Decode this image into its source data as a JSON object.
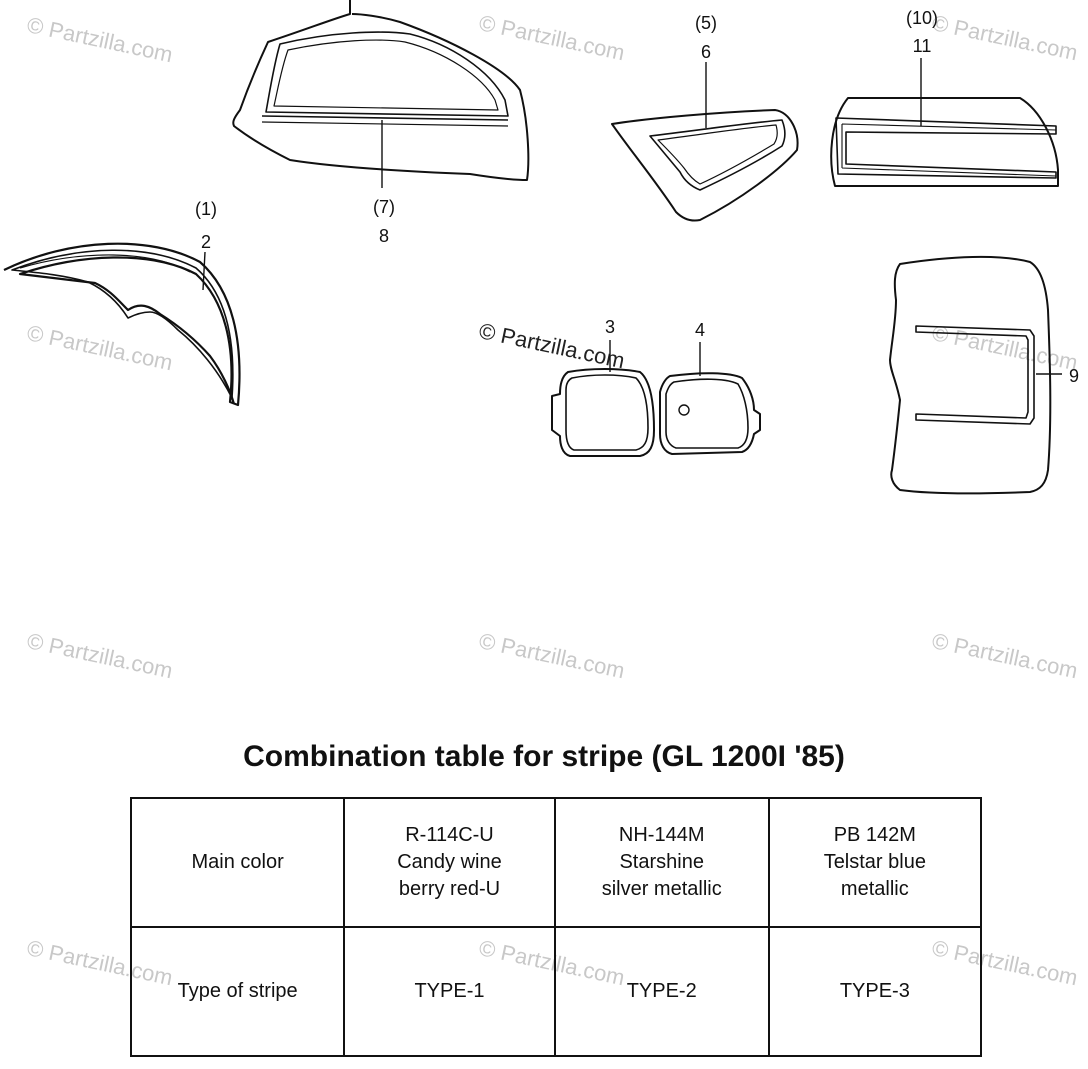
{
  "watermark": {
    "text": "© Partzilla.com",
    "center_text": "© Partzilla.com"
  },
  "callouts": {
    "p1": "(1)",
    "p2": "2",
    "p3": "3",
    "p4": "4",
    "p5": "(5)",
    "p6": "6",
    "p7": "(7)",
    "p8": "8",
    "p9": "9",
    "p10": "(10)",
    "p11": "11"
  },
  "table": {
    "title": "Combination table for stripe (GL 1200I '85)",
    "row1_label": "Main color",
    "row2_label": "Type of stripe",
    "colors": [
      "R-114C-U\nCandy wine\nberry red-U",
      "NH-144M\nStarshine\nsilver metallic",
      "PB 142M\nTelstar blue\nmetallic"
    ],
    "types": [
      "TYPE-1",
      "TYPE-2",
      "TYPE-3"
    ]
  }
}
